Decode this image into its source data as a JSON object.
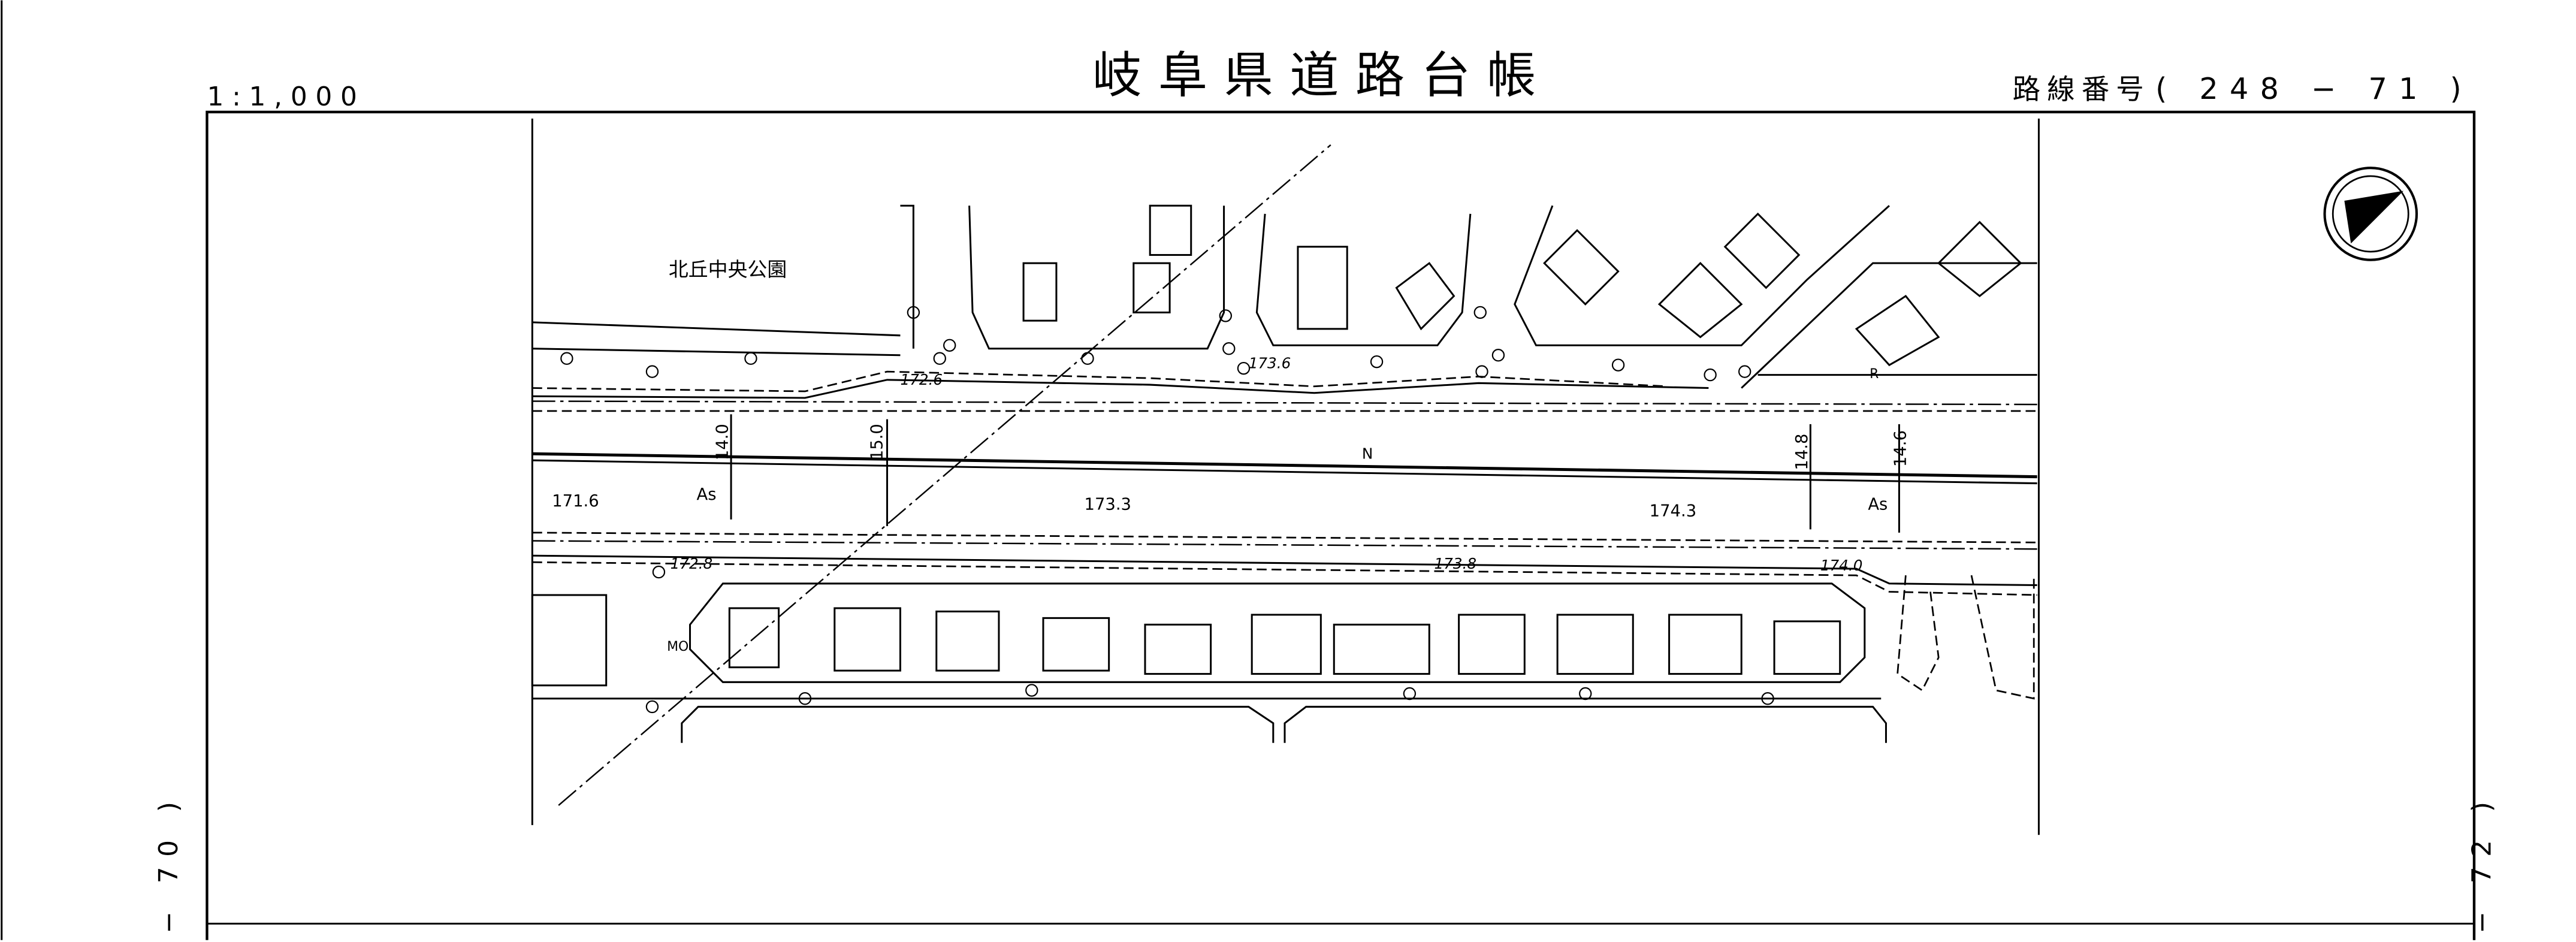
{
  "header": {
    "title": "岐阜県道路台帳",
    "scale": "1:1,000",
    "route_label": "路線番号",
    "route_number": "( 248 − 71 )"
  },
  "sheet_links": {
    "left": "− 70 )",
    "right": "− 72 )"
  },
  "map": {
    "park_name": "北丘中央公園",
    "elevations": [
      "172.6",
      "173.6",
      "171.6",
      "173.3",
      "174.3",
      "172.8",
      "173.8",
      "174.0"
    ],
    "road_widths": [
      "14.0",
      "15.0",
      "14.8",
      "14.6"
    ],
    "pavement_labels": [
      "As",
      "As"
    ],
    "centerline_label": "N",
    "other_labels": [
      "R",
      "MO"
    ],
    "north_arrow": "north-arrow-icon"
  }
}
